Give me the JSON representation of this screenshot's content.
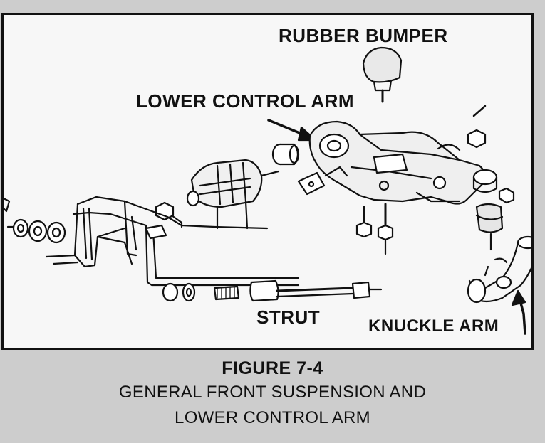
{
  "figure": {
    "labels": {
      "rubber_bumper": "RUBBER BUMPER",
      "lower_control_arm": "LOWER CONTROL ARM",
      "strut": "STRUT",
      "knuckle_arm": "KNUCKLE ARM"
    },
    "colors": {
      "ink": "#111111",
      "frame_background": "#f7f7f7",
      "page_background": "#cdcdcd"
    }
  },
  "caption": {
    "title": "FIGURE 7-4",
    "line1": "GENERAL FRONT SUSPENSION AND",
    "line2": "LOWER CONTROL ARM"
  }
}
